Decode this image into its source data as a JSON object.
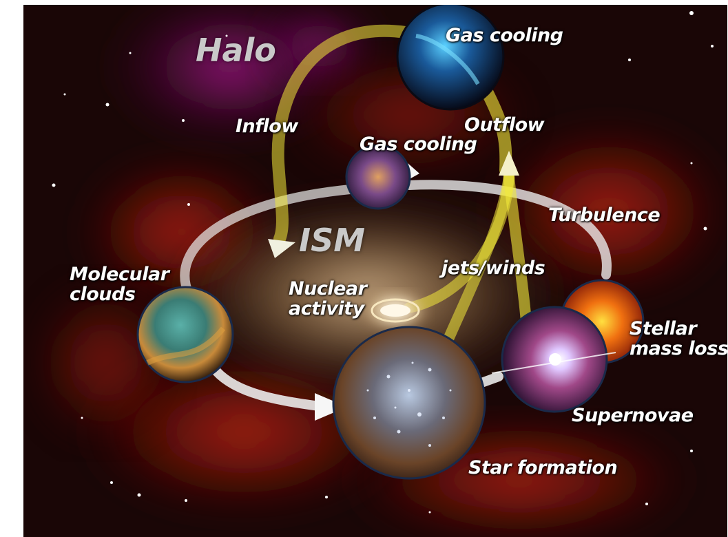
{
  "colors": {
    "flow_arrow": "#f2ea3a",
    "cycle_arrow": "#eeeeee",
    "background": "#1a0606",
    "label_text": "#ffffff"
  },
  "labels": {
    "halo": "Halo",
    "ism": "ISM",
    "gas_cooling_halo": "Gas cooling",
    "gas_cooling_ism": "Gas cooling",
    "inflow": "Inflow",
    "outflow": "Outflow",
    "turbulence": "Turbulence",
    "molecular_clouds": [
      "Molecular",
      "clouds"
    ],
    "nuclear_activity": [
      "Nuclear",
      "activity"
    ],
    "jets_winds": "jets/winds",
    "stellar_mass_loss": [
      "Stellar",
      "mass loss"
    ],
    "supernovae": "Supernovae",
    "star_formation": "Star formation"
  }
}
